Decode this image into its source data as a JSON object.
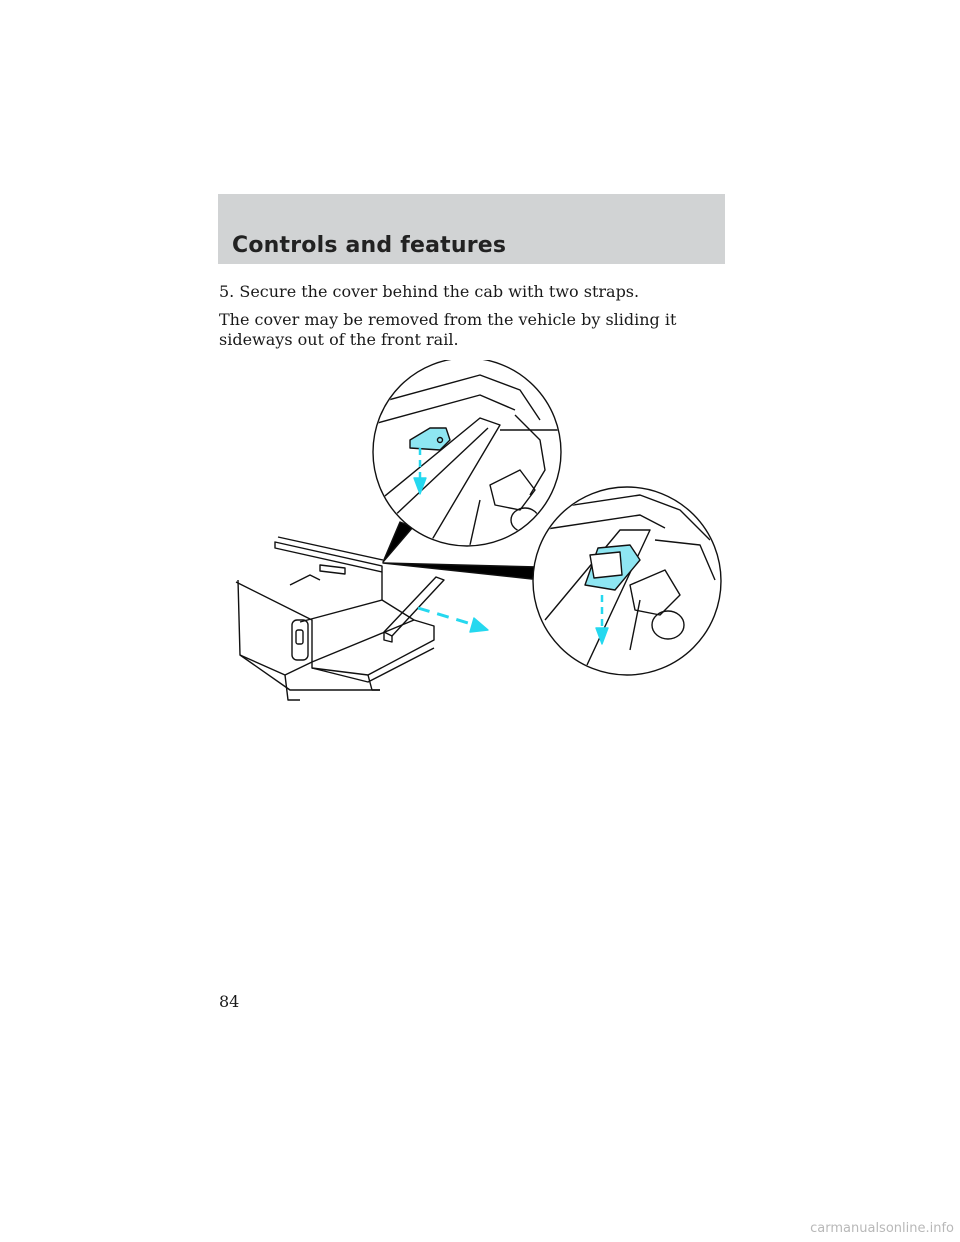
{
  "header": {
    "title": "Controls and features"
  },
  "content": {
    "step": "5. Secure the cover behind the cab with two straps.",
    "paragraph": "The cover may be removed from the vehicle by sliding it sideways out of the front rail."
  },
  "figure": {
    "icon": "tonneau-cover-removal-illustration",
    "accent_color": "#8ee6f2",
    "arrow_color": "#25d8ef"
  },
  "footer": {
    "page_number": "84"
  },
  "watermark": {
    "text": "carmanualsonline.info"
  }
}
